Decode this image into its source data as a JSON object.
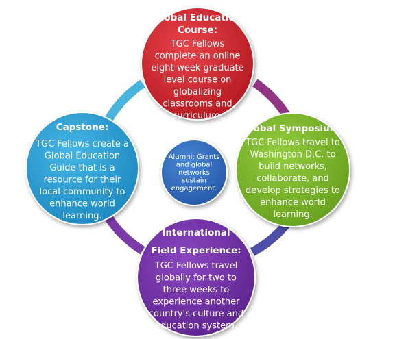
{
  "colors": {
    "ring": "#4ab5dc",
    "top": "#cf2129",
    "right": "#7cb829",
    "bottom": "#7331a6",
    "left": "#2ba0d8",
    "center": "#3572c4"
  },
  "nodes": {
    "top": {
      "title": [
        "Global Education",
        "Course:"
      ],
      "body": [
        "TGC Fellows",
        "complete an online",
        "eight-week graduate",
        "level course on",
        "globalizing",
        "classrooms and",
        "curriculum."
      ]
    },
    "right": {
      "title": [
        "Global Symposium:"
      ],
      "body": [
        "TGC Fellows travel to",
        "Washington D.C. to",
        "build networks,",
        "collaborate, and",
        "develop strategies to",
        "enhance world",
        "learning."
      ]
    },
    "bottom": {
      "title": [
        "International",
        "Field Experience:"
      ],
      "body": [
        "TGC Fellows travel",
        "globally for two to",
        "three weeks to",
        "experience another",
        "country's culture and",
        "education system."
      ]
    },
    "left": {
      "title": [
        "Capstone:"
      ],
      "body": [
        "TGC Fellows create a",
        "Global Education",
        "Guide that is a",
        "resource for their",
        "local community to",
        "enhance world",
        "learning."
      ]
    },
    "center": {
      "body": [
        "Alumni: Grants",
        "and global",
        "networks",
        "sustain",
        "engagement."
      ]
    }
  }
}
